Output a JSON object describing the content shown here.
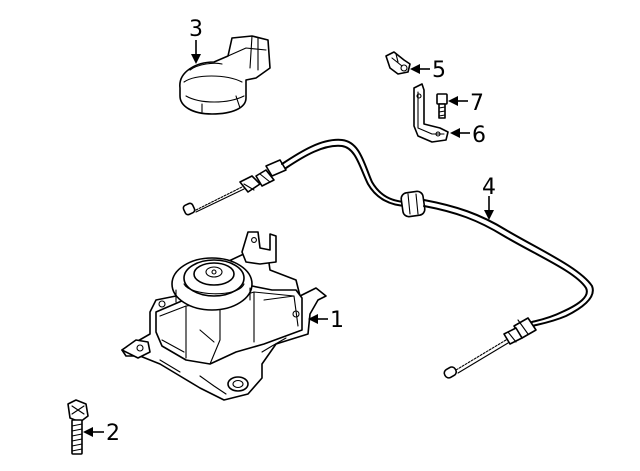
{
  "callouts": {
    "c1": "1",
    "c2": "2",
    "c3": "3",
    "c4": "4",
    "c5": "5",
    "c6": "6",
    "c7": "7"
  },
  "parts": [
    {
      "ref": "1",
      "icon": "cruise-control-actuator-icon"
    },
    {
      "ref": "2",
      "icon": "mounting-bolt-icon"
    },
    {
      "ref": "3",
      "icon": "actuator-cover-icon"
    },
    {
      "ref": "4",
      "icon": "control-cable-icon"
    },
    {
      "ref": "5",
      "icon": "cable-clip-icon"
    },
    {
      "ref": "6",
      "icon": "mounting-bracket-icon"
    },
    {
      "ref": "7",
      "icon": "bracket-bolt-icon"
    }
  ],
  "colors": {
    "line": "#000000",
    "background": "#ffffff"
  }
}
